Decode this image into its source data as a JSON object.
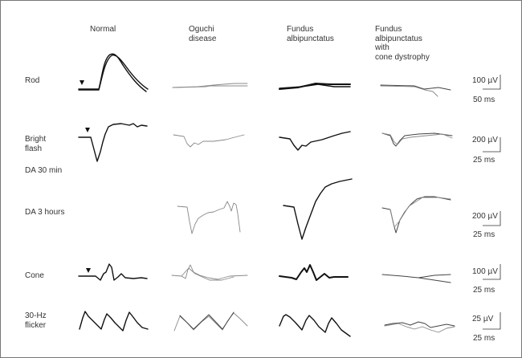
{
  "columns": [
    {
      "label_lines": [
        "Normal"
      ]
    },
    {
      "label_lines": [
        "Oguchi",
        "disease"
      ]
    },
    {
      "label_lines": [
        "Fundus",
        "albipunctatus"
      ]
    },
    {
      "label_lines": [
        "Fundus",
        "albipunctatus",
        "with",
        "cone dystrophy"
      ]
    }
  ],
  "rows": [
    {
      "label_lines": [
        "Rod"
      ],
      "scale_amplitude": "100 µV",
      "scale_time": "50 ms"
    },
    {
      "label_lines": [
        "Bright",
        "flash"
      ],
      "scale_amplitude": "200 µV",
      "scale_time": "25 ms"
    },
    {
      "label_lines": [
        "DA 30 min"
      ]
    },
    {
      "label_lines": [
        "DA 3 hours"
      ],
      "scale_amplitude": "200 µV",
      "scale_time": "25 ms"
    },
    {
      "label_lines": [
        "Cone"
      ],
      "scale_amplitude": "100 µV",
      "scale_time": "25 ms"
    },
    {
      "label_lines": [
        "30-Hz",
        "flicker"
      ],
      "scale_amplitude": "25 µV",
      "scale_time": "25 ms"
    }
  ]
}
